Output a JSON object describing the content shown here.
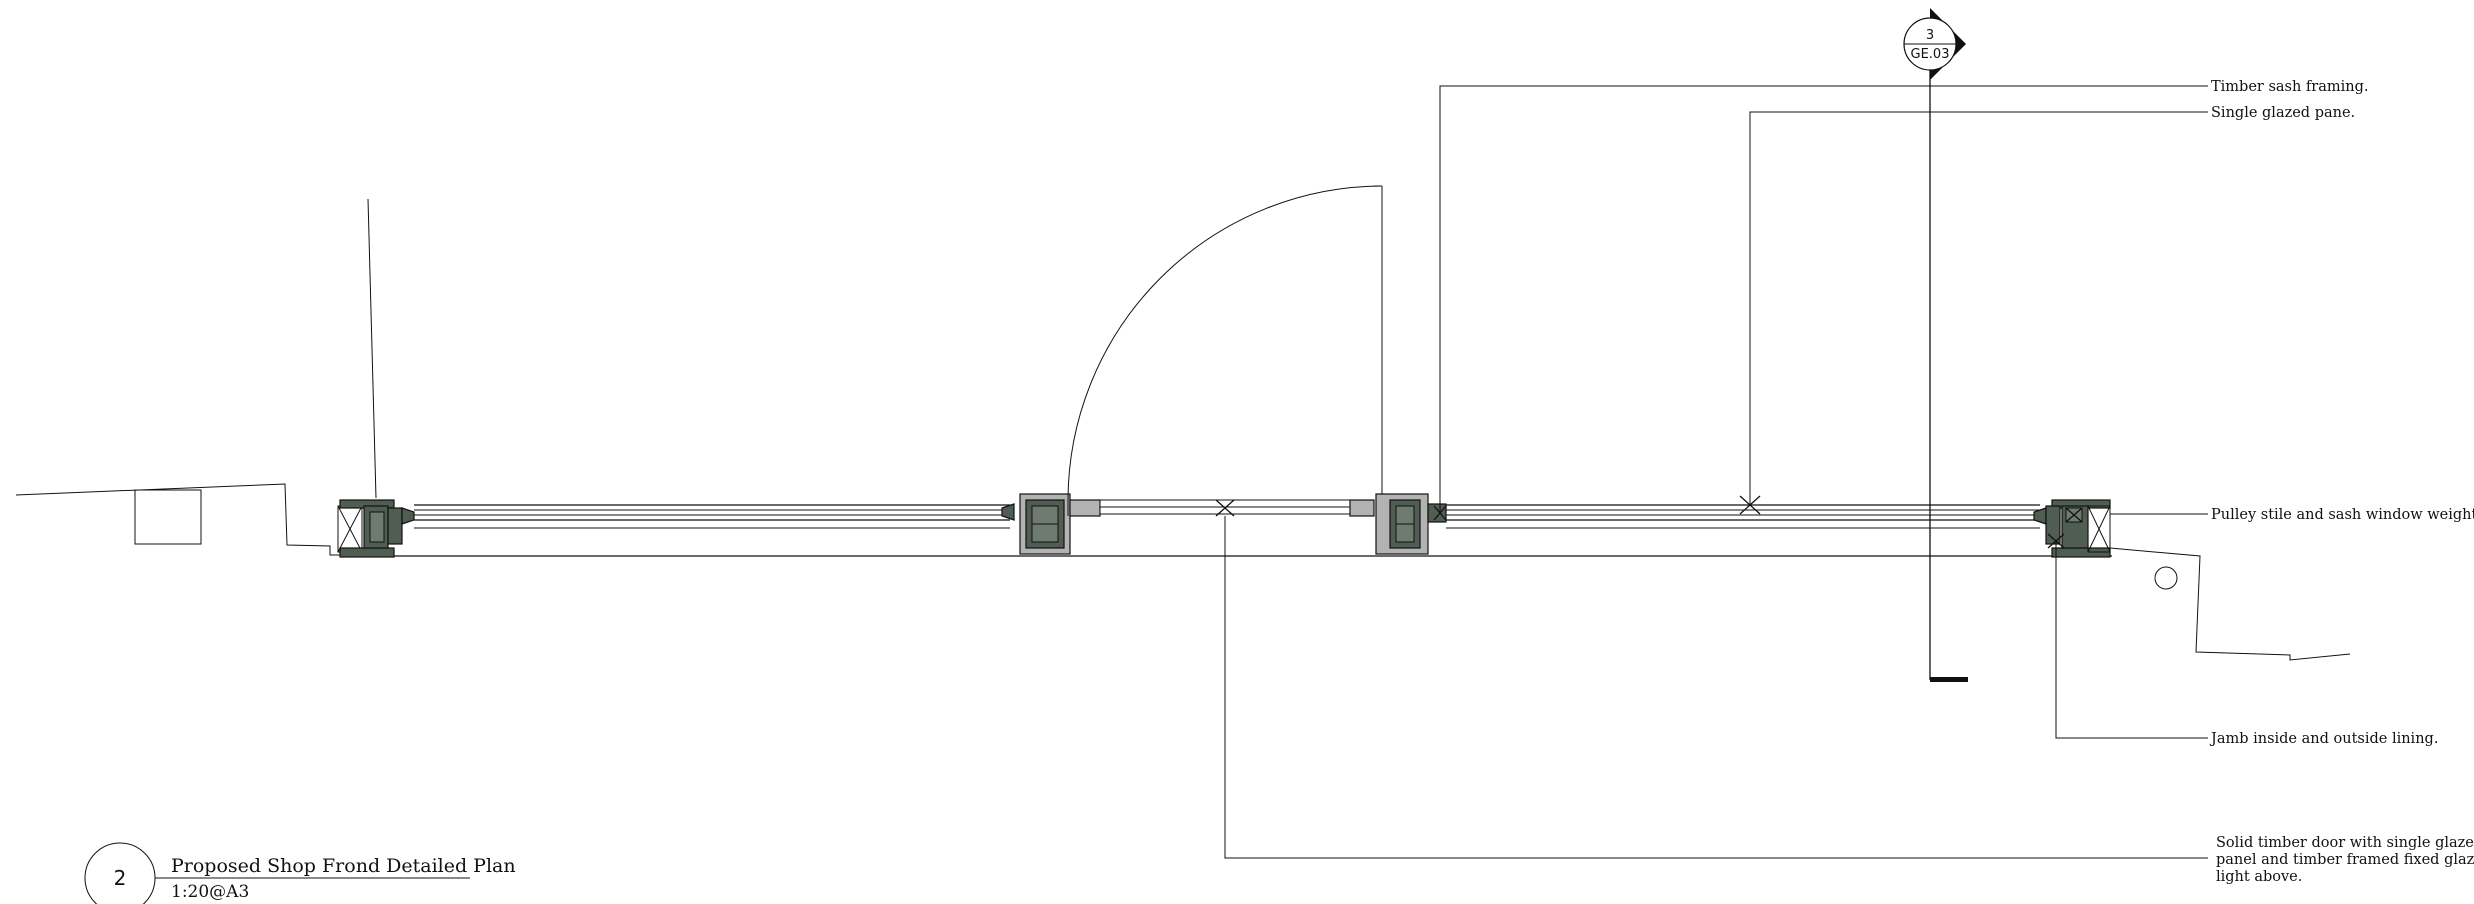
{
  "annotations": {
    "timber_sash": "Timber sash framing.",
    "single_glazed": "Single glazed pane.",
    "pulley_stile": "Pulley stile and sash window weights.",
    "jamb_lining": "Jamb inside and outside lining.",
    "door_line1": "Solid timber door with single glazed",
    "door_line2": "panel and timber framed fixed glazed",
    "door_line3": "light above."
  },
  "section_marker": {
    "number": "3",
    "sheet": "GE.03"
  },
  "title_block": {
    "drawing_number": "2",
    "title": "Proposed Shop Frond Detailed Plan",
    "scale": "1:20@A3"
  },
  "colors": {
    "frame_dark": "#4f5d52",
    "frame_grey": "#b3b3b3",
    "line": "#111111"
  }
}
